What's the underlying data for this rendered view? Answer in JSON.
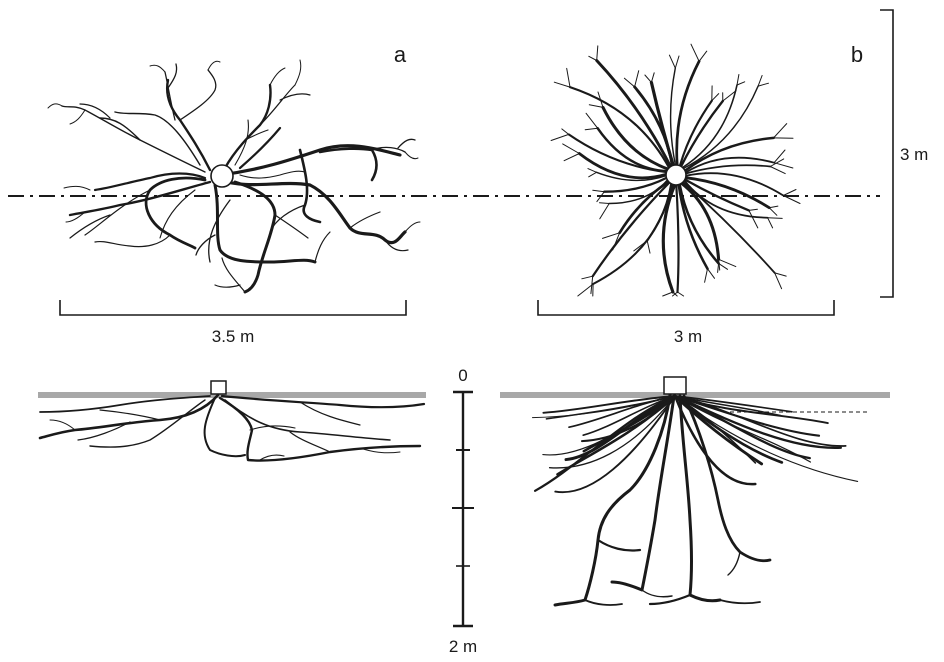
{
  "panels": {
    "a": {
      "letter": "a",
      "width_label": "3.5 m"
    },
    "b": {
      "letter": "b",
      "width_label": "3 m",
      "height_label": "3 m"
    }
  },
  "depth_scale": {
    "top_label": "0",
    "bottom_label": "2 m"
  },
  "colors": {
    "ink": "#1a1a1a",
    "soil_surface": "#a8a8a8"
  }
}
